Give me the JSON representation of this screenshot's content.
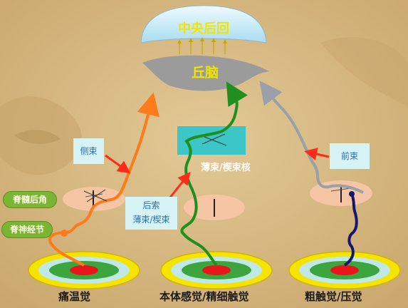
{
  "labels": {
    "cortex": "中央后回",
    "thalamus": "丘脑",
    "lateral_tract": "侧束",
    "anterior_tract": "前束",
    "posterior_cord": "后索",
    "posterior_cord_tracts": "薄束/楔束",
    "nuclei": "薄束/楔束核",
    "dorsal_horn": "脊髓后角",
    "spinal_ganglion": "脊神经节",
    "pain_temp": "痛温觉",
    "fine_touch": "本体感觉/精细触觉",
    "crude_touch": "粗触觉/压觉"
  },
  "colors": {
    "pain_pathway": "#ff7a1a",
    "fine_touch_pathway": "#1f8f1f",
    "crude_touch_pathway": "#9aa0a8",
    "crude_touch_root": "#16166f",
    "pointer_arrows": "#ff2a1a",
    "background": "#d6bd86"
  }
}
